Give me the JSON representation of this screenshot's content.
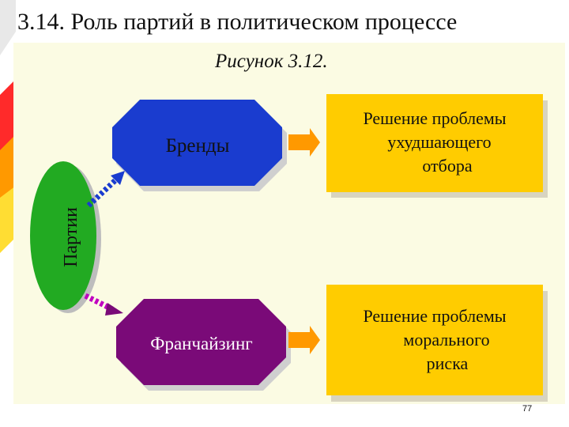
{
  "slide": {
    "title": "3.14. Роль партий в политическом процессе",
    "figure_caption": "Рисунок 3.12.",
    "page_number": "77"
  },
  "diagram": {
    "left_node": "Партии",
    "brands_node": "Бренды",
    "franchising_node": "Франчайзинг",
    "result_top": [
      "Решение проблемы",
      "ухудшающего",
      "отбора"
    ],
    "result_bottom": [
      "Решение проблемы",
      "морального",
      "риска"
    ]
  },
  "colors": {
    "brands_fill": "#1a3ccf",
    "franchising_fill": "#7a0a78",
    "result_fill": "#ffcc00",
    "arrow_fill": "#ff9900",
    "parties_fill": "#22aa22"
  }
}
